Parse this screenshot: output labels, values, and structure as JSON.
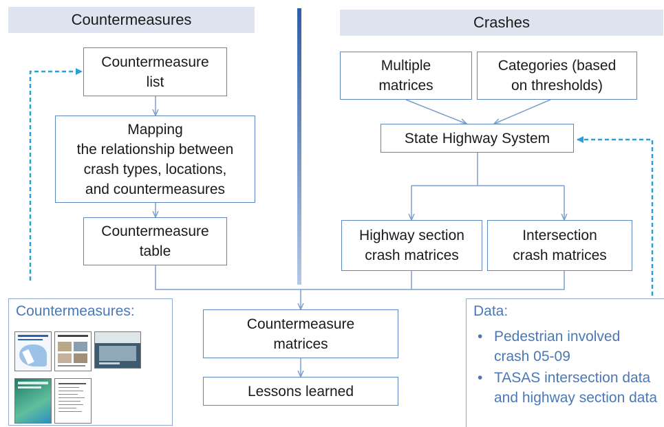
{
  "headers": {
    "countermeasures": "Countermeasures",
    "crashes": "Crashes"
  },
  "nodes": {
    "cm_list": "Countermeasure\nlist",
    "mapping": "Mapping\nthe relationship between\ncrash types, locations,\nand countermeasures",
    "cm_table": "Countermeasure\ntable",
    "multiple_matrices": "Multiple\nmatrices",
    "categories": "Categories (based\non thresholds)",
    "state_highway": "State Highway System",
    "highway_section": "Highway section\ncrash matrices",
    "intersection": "Intersection\ncrash matrices",
    "cm_matrices": "Countermeasure\nmatrices",
    "lessons": "Lessons learned"
  },
  "countermeasures_panel": {
    "title": "Countermeasures:"
  },
  "data_panel": {
    "title": "Data:",
    "items": [
      "Pedestrian involved crash 05-09",
      "TASAS intersection data and highway section data"
    ]
  },
  "colors": {
    "box_border": "#5b86be",
    "arrow": "#7a9fcf",
    "dashed_arrow": "#2aa0d8",
    "header_bg": "#dde4f0",
    "panel_text": "#4a78b6"
  }
}
